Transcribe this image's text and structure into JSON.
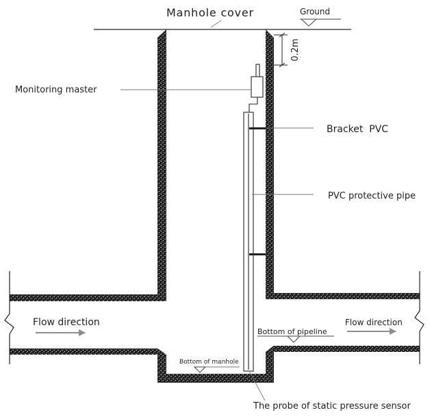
{
  "labels": {
    "manhole_cover": "Manhole cover",
    "ground": "Ground",
    "depth": "0.2m",
    "monitoring_master": "Monitoring master",
    "bracket": "Bracket  PVC",
    "protective_pipe": "PVC protective pipe",
    "flow_left": "Flow direction",
    "flow_right": "Flow direction",
    "pipeline_bottom": "Bottom of pipeline",
    "manhole_bottom": "Bottom of manhole",
    "probe": "The probe of static pressure sensor"
  },
  "colors": {
    "line": "#222222",
    "leader": "#777777",
    "wall": "#1e1e1e",
    "arrow": "#8c8c8c"
  }
}
